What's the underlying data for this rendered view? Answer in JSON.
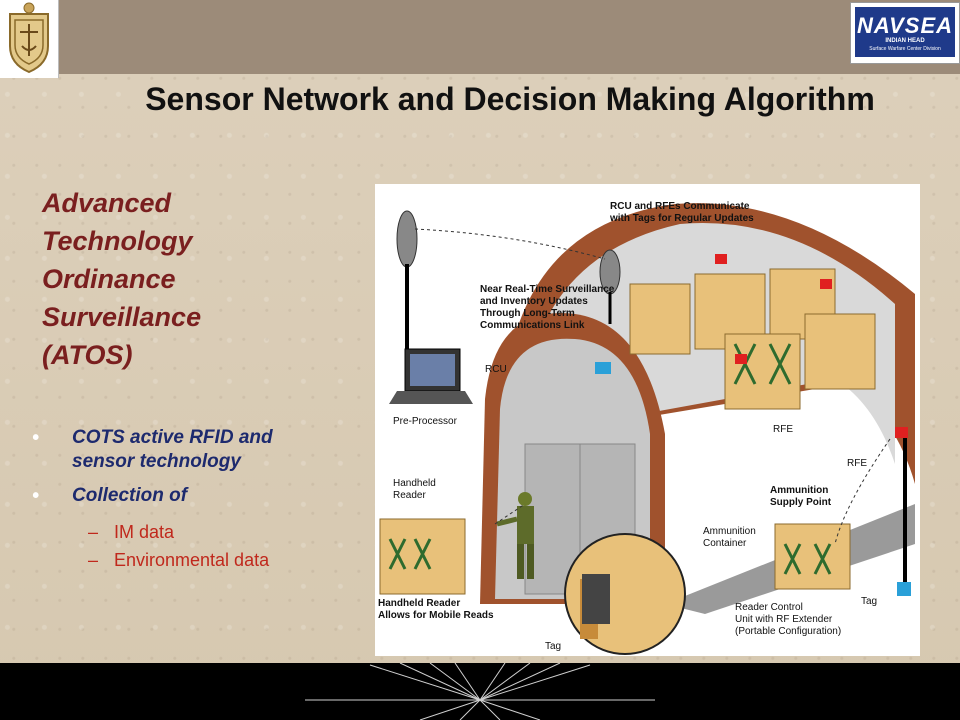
{
  "header": {
    "logo_right": {
      "name": "NAVSEA",
      "line1": "INDIAN HEAD",
      "line2": "Surface Warfare Center Division"
    }
  },
  "slide": {
    "title": "Sensor Network and Decision Making Algorithm",
    "subtitle_lines": [
      "Advanced",
      "Technology",
      "Ordinance",
      "Surveillance",
      "(ATOS)"
    ],
    "bullets": [
      "COTS active RFID and sensor technology",
      "Collection of"
    ],
    "sub_bullets": [
      "IM data",
      "Environmental data"
    ],
    "bullet_marker": "•",
    "dash_marker": "–"
  },
  "diagram": {
    "labels": {
      "rcu_rfe_comm": [
        "RCU and RFEs Communicate",
        "with Tags for Regular Updates"
      ],
      "surveillance": [
        "Near Real-Time Surveillance",
        "and Inventory Updates",
        "Through Long-Term",
        "Communications Link"
      ],
      "rcu": "RCU",
      "pre_processor": "Pre-Processor",
      "rfe_center": "RFE",
      "rfe_right": "RFE",
      "handheld_reader": [
        "Handheld",
        "Reader"
      ],
      "ammo_supply": [
        "Ammunition",
        "Supply Point"
      ],
      "ammo_container": [
        "Ammunition",
        "Container"
      ],
      "handheld_mobile": [
        "Handheld Reader",
        "Allows for Mobile Reads"
      ],
      "tag_right": "Tag",
      "tag_bottom": "Tag",
      "reader_control": [
        "Reader Control",
        "Unit with RF Extender",
        "(Portable Configuration)"
      ]
    }
  }
}
